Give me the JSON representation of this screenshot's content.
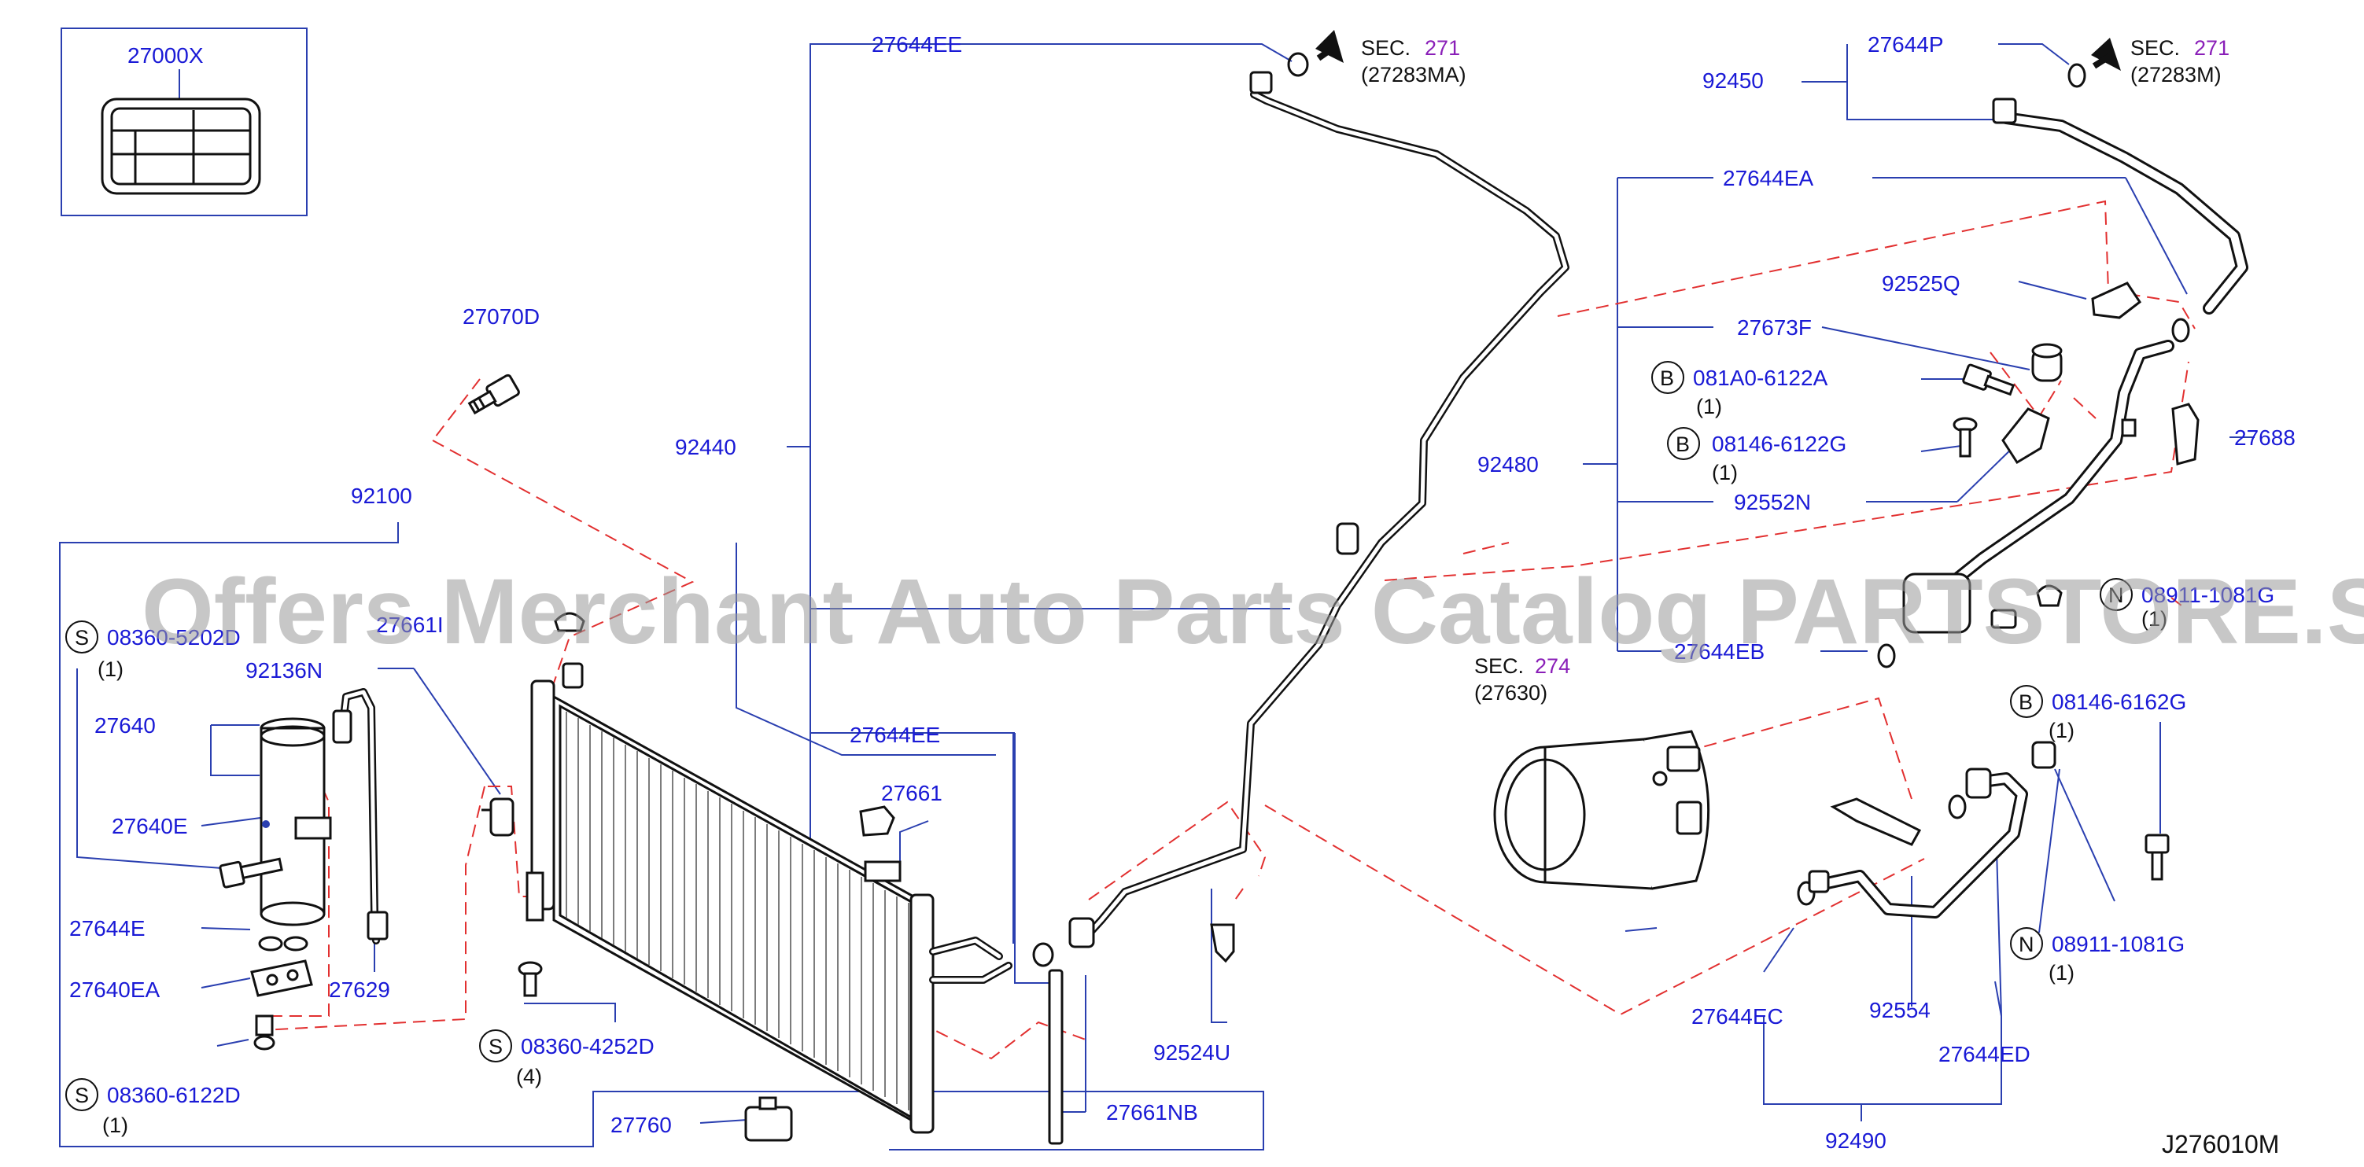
{
  "diagram": {
    "reference_code": "J276010M",
    "watermark": "Offers Merchant Auto Parts Catalog PARTSTORE.SA",
    "sections": [
      {
        "prefix": "SEC.",
        "num": "271",
        "sub": "(27283MA)"
      },
      {
        "prefix": "SEC.",
        "num": "271",
        "sub": "(27283M)"
      },
      {
        "prefix": "SEC.",
        "num": "274",
        "sub": "(27630)"
      }
    ],
    "labels": {
      "p27000X": "27000X",
      "p27070D": "27070D",
      "p92100": "92100",
      "p27661I": "27661I",
      "p92136N": "92136N",
      "p27640": "27640",
      "p27640E": "27640E",
      "p27644E": "27644E",
      "p27640EA": "27640EA",
      "p27629": "27629",
      "p27661": "27661",
      "p27644EE_top": "27644EE",
      "p27644EE_mid": "27644EE",
      "p92440": "92440",
      "p92524U": "92524U",
      "p27661NB": "27661NB",
      "p27760": "27760",
      "p27644P": "27644P",
      "p92450": "92450",
      "p27644EA": "27644EA",
      "p92525Q": "92525Q",
      "p27673F": "27673F",
      "p92480": "92480",
      "p92552N": "92552N",
      "p27688": "27688",
      "p27644EB": "27644EB",
      "p27644EC": "27644EC",
      "p92554": "92554",
      "p27644ED": "27644ED",
      "p92490": "92490"
    },
    "fasteners": [
      {
        "prefix": "S",
        "code": "08360-5202D",
        "qty": "(1)"
      },
      {
        "prefix": "S",
        "code": "08360-4252D",
        "qty": "(4)"
      },
      {
        "prefix": "S",
        "code": "08360-6122D",
        "qty": "(1)"
      },
      {
        "prefix": "B",
        "code": "081A0-6122A",
        "qty": "(1)"
      },
      {
        "prefix": "B",
        "code": "08146-6122G",
        "qty": "(1)"
      },
      {
        "prefix": "N",
        "code": "08911-1081G",
        "qty": "(1)"
      },
      {
        "prefix": "B",
        "code": "08146-6162G",
        "qty": "(1)"
      },
      {
        "prefix": "N",
        "code": "08911-1081G",
        "qty": "(1)"
      }
    ],
    "icons": [
      "arrow-icon",
      "label-card-icon",
      "receiver-drier-icon",
      "condenser-icon",
      "compressor-icon",
      "bolt-icon",
      "o-ring-icon",
      "clip-icon"
    ]
  }
}
